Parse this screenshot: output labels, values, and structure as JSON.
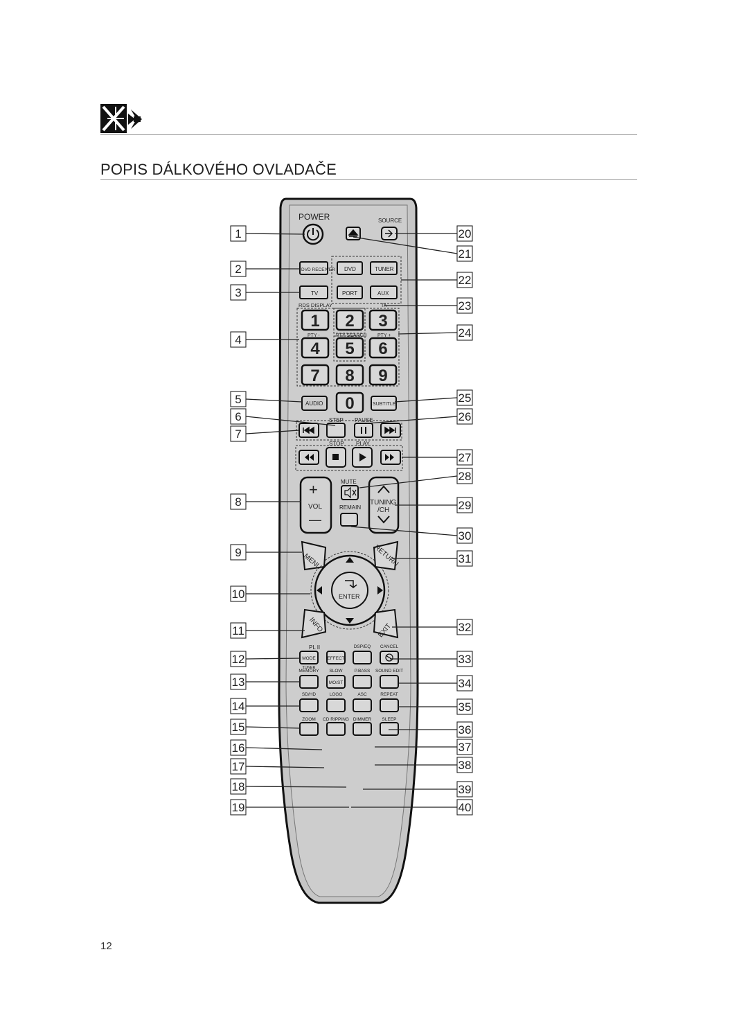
{
  "section": {
    "title": "POPIS DÁLKOVÉHO OVLADAČE",
    "page_number": "12"
  },
  "remote": {
    "top_row": {
      "power": "POWER",
      "source": "SOURCE"
    },
    "mode_buttons": {
      "dvd_receiver": "DVD RECEIVER",
      "dvd": "DVD",
      "tuner": "TUNER",
      "tv": "TV",
      "port": "PORT",
      "aux": "AUX"
    },
    "small_labels": {
      "rds_display": "RDS DISPLAY",
      "ta": "TA",
      "pty_minus": "PTY -",
      "pty_search": "PTY SEARCH",
      "pty_plus": "PTY +"
    },
    "digits": [
      "1",
      "2",
      "3",
      "4",
      "5",
      "6",
      "7",
      "8",
      "9",
      "0"
    ],
    "audio_row": {
      "audio": "AUDIO",
      "subtitle": "SUBTITLE"
    },
    "transport": {
      "step": "STEP",
      "pause": "PAUSE",
      "stop": "STOP",
      "play": "PLAY"
    },
    "volume": {
      "plus": "+",
      "vol": "VOL",
      "minus": "—",
      "mute": "MUTE",
      "remain": "REMAIN",
      "tuning": "TUNING",
      "ch": "/CH"
    },
    "nav": {
      "menu": "MENU",
      "return": "RETURN",
      "enter": "ENTER",
      "info": "INFO",
      "exit": "EXIT"
    },
    "pl2": "PL II",
    "lower_labels": {
      "mode": "MODE",
      "effect": "EFFECT",
      "dsp_eq": "DSP/EQ",
      "cancel": "CANCEL",
      "tuner_memory_1": "TUNER",
      "tuner_memory_2": "MEMORY",
      "slow": "SLOW",
      "p_bass": "P.BASS",
      "sound_edit": "SOUND EDIT",
      "mo_st": "MO/ST",
      "sd_hd": "SD/HD",
      "logo": "LOGO",
      "asc": "ASC",
      "repeat": "REPEAT",
      "zoom": "ZOOM",
      "cd_ripping": "CD RIPPING",
      "dimmer": "DIMMER",
      "sleep": "SLEEP"
    }
  },
  "callouts_left": [
    "1",
    "2",
    "3",
    "4",
    "5",
    "6",
    "7",
    "8",
    "9",
    "10",
    "11",
    "12",
    "13",
    "14",
    "15",
    "16",
    "17",
    "18",
    "19"
  ],
  "callouts_right": [
    "20",
    "21",
    "22",
    "23",
    "24",
    "25",
    "26",
    "27",
    "28",
    "29",
    "30",
    "31",
    "32",
    "33",
    "34",
    "35",
    "36",
    "37",
    "38",
    "39",
    "40"
  ]
}
